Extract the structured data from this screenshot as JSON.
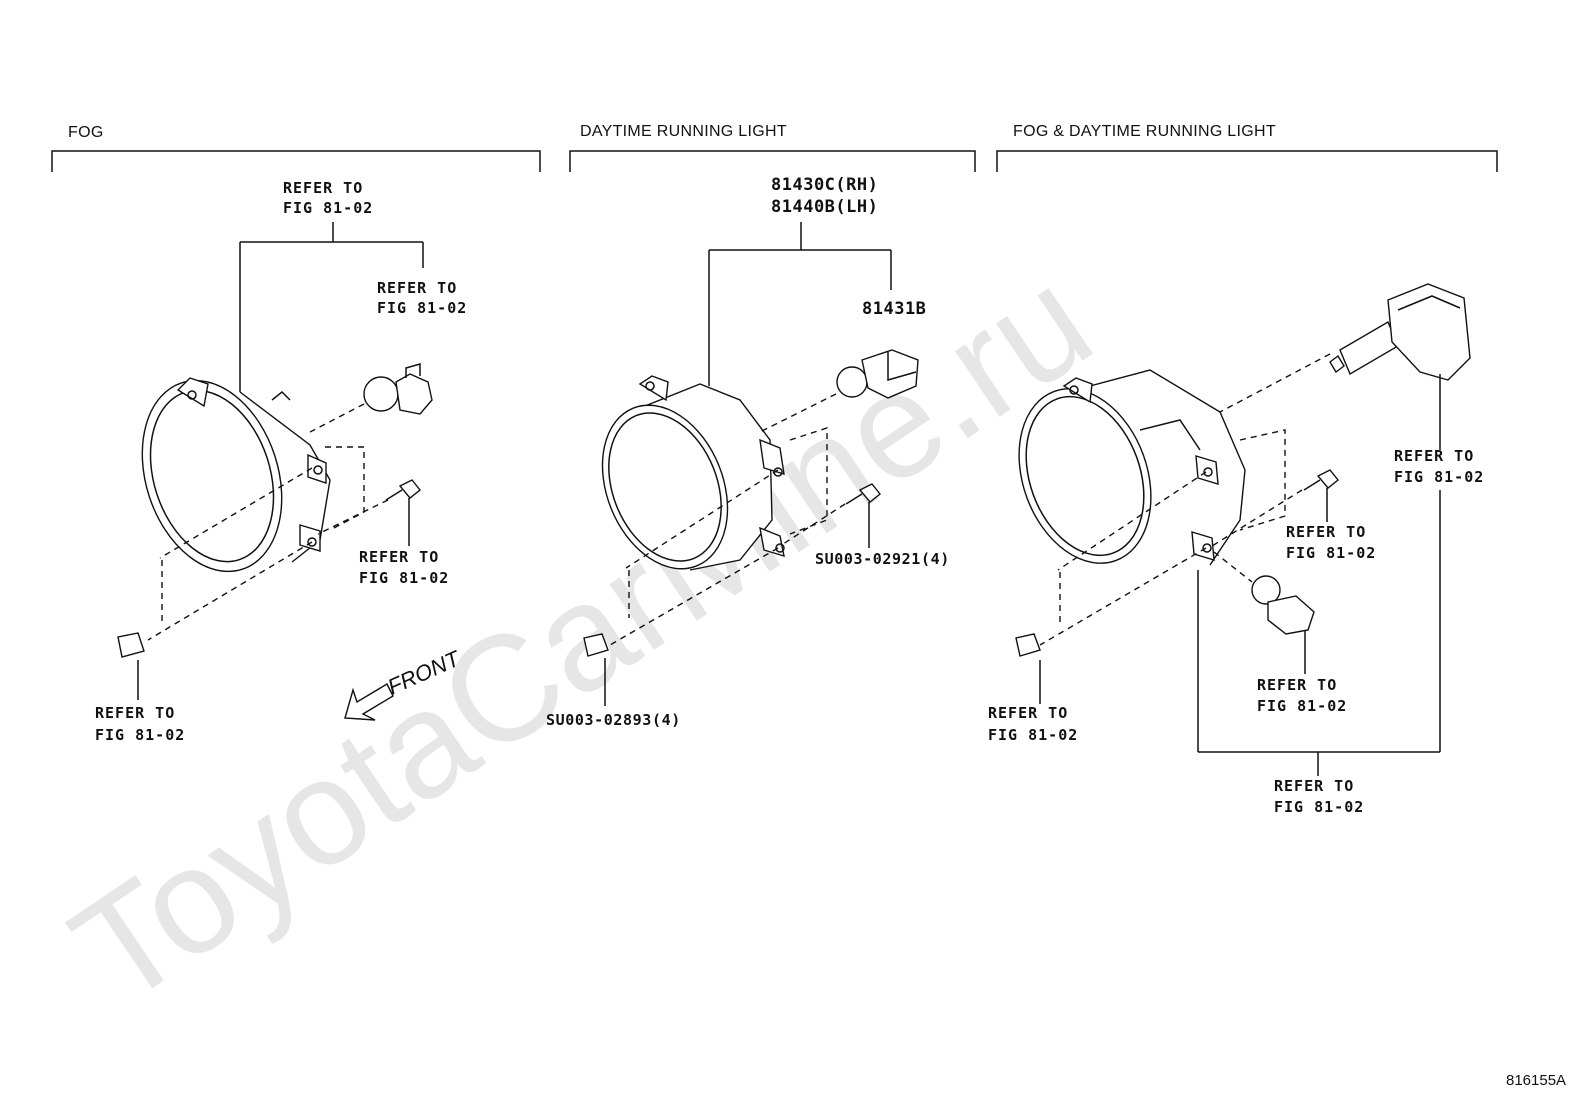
{
  "watermark": "ToyotaCarMine.ru",
  "diagram_code": "816155A",
  "front_label": "FRONT",
  "sections": {
    "fog": {
      "title": "FOG",
      "callouts": {
        "top": [
          "REFER TO",
          "FIG 81-02"
        ],
        "bulb": [
          "REFER TO",
          "FIG 81-02"
        ],
        "screw": [
          "REFER TO",
          "FIG 81-02"
        ],
        "clip": [
          "REFER TO",
          "FIG 81-02"
        ]
      }
    },
    "drl": {
      "title": "DAYTIME RUNNING LIGHT",
      "part_rh": "81430C(RH)",
      "part_lh": "81440B(LH)",
      "bulb_part": "81431B",
      "screw_part": "SU003-02921(4)",
      "clip_part": "SU003-02893(4)"
    },
    "fog_drl": {
      "title": "FOG & DAYTIME RUNNING LIGHT",
      "callouts": {
        "big_bulb": [
          "REFER TO",
          "FIG 81-02"
        ],
        "screw": [
          "REFER TO",
          "FIG 81-02"
        ],
        "small_bulb": [
          "REFER TO",
          "FIG 81-02"
        ],
        "clip": [
          "REFER TO",
          "FIG 81-02"
        ],
        "assembly": [
          "REFER TO",
          "FIG 81-02"
        ]
      }
    }
  }
}
